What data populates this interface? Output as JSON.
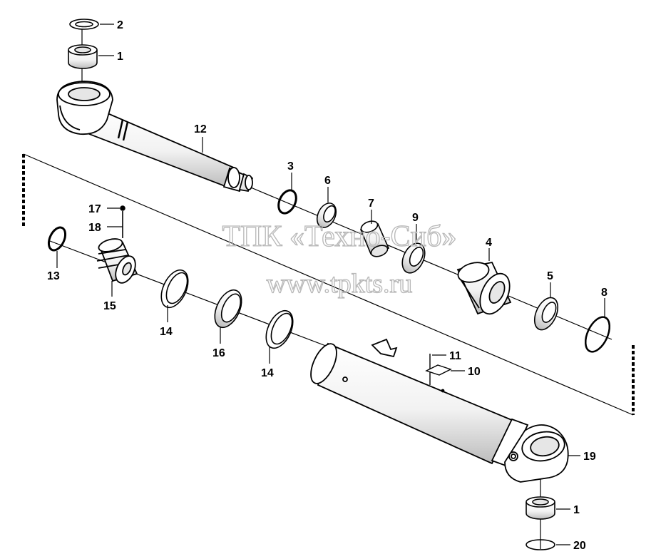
{
  "watermark": {
    "line1": "ТПК «Техно-Сиб»",
    "line2": "www.tpkts.ru"
  },
  "callouts": [
    {
      "id": "c-2",
      "text": "2"
    },
    {
      "id": "c-1-top",
      "text": "1"
    },
    {
      "id": "c-12",
      "text": "12"
    },
    {
      "id": "c-3",
      "text": "3"
    },
    {
      "id": "c-6",
      "text": "6"
    },
    {
      "id": "c-7",
      "text": "7"
    },
    {
      "id": "c-9",
      "text": "9"
    },
    {
      "id": "c-4",
      "text": "4"
    },
    {
      "id": "c-5",
      "text": "5"
    },
    {
      "id": "c-8",
      "text": "8"
    },
    {
      "id": "c-17",
      "text": "17"
    },
    {
      "id": "c-18",
      "text": "18"
    },
    {
      "id": "c-13",
      "text": "13"
    },
    {
      "id": "c-15",
      "text": "15"
    },
    {
      "id": "c-14a",
      "text": "14"
    },
    {
      "id": "c-16",
      "text": "16"
    },
    {
      "id": "c-14b",
      "text": "14"
    },
    {
      "id": "c-11",
      "text": "11"
    },
    {
      "id": "c-10",
      "text": "10"
    },
    {
      "id": "c-19",
      "text": "19"
    },
    {
      "id": "c-1-bot",
      "text": "1"
    },
    {
      "id": "c-20",
      "text": "20"
    }
  ],
  "colors": {
    "line": "#000000",
    "part_fill": "#ffffff",
    "shade": "#d9d9d9",
    "watermark": "#b8b8b8"
  }
}
